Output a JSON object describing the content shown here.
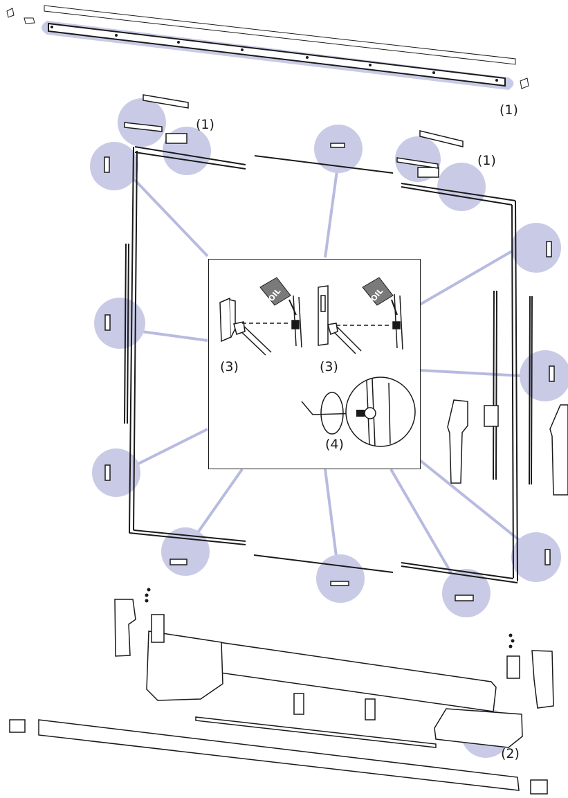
{
  "callouts": {
    "top_rail": "(1)",
    "upper_left": "(1)",
    "upper_right": "(1)",
    "bottom_right": "(2)"
  },
  "inset": {
    "step_left": "(3)",
    "step_right": "(3)",
    "step_bottom": "(4)",
    "oil_label": "OIL"
  },
  "colors": {
    "highlight": "#c9cbe6",
    "connector": "#b8bbe0",
    "line": "#1a1a1a",
    "part_fill": "#f4f4f4"
  },
  "icons": [
    "oil-can-icon",
    "hex-key-icon",
    "magnifier-circle-icon"
  ]
}
